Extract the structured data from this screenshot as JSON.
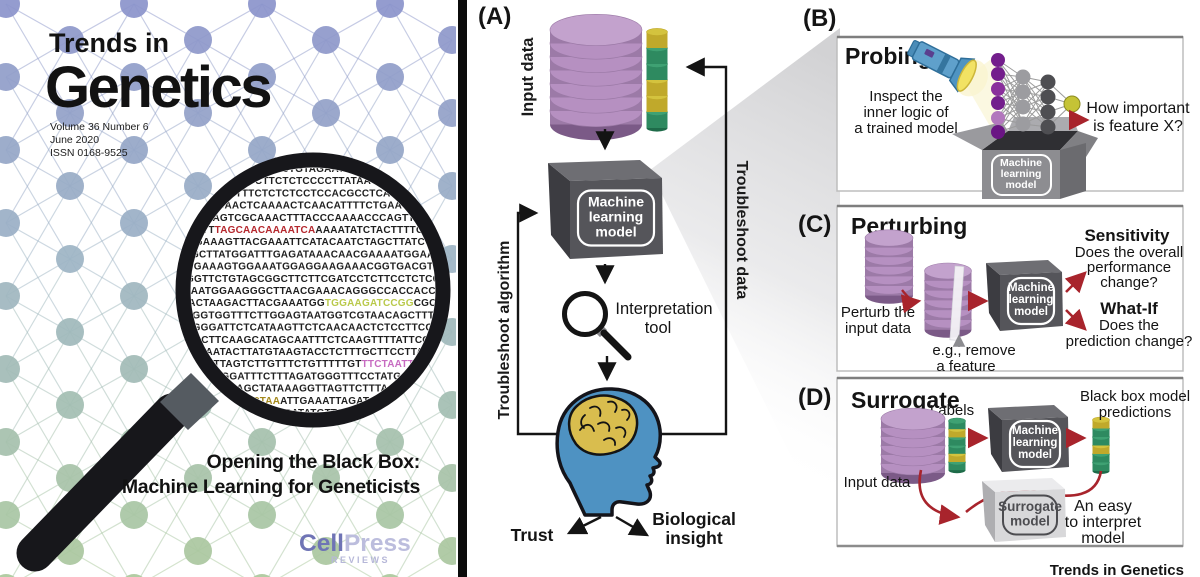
{
  "cover": {
    "masthead_line1": "Trends in",
    "masthead_line2": "Genetics",
    "volume": "Volume 36 Number 6",
    "issue_date": "June 2020",
    "issn": "ISSN 0168-9525",
    "feature_title_line1": "Opening the Black Box:",
    "feature_title_line2": "Machine Learning for Geneticists",
    "publisher_cell": "Cell",
    "publisher_press": "Press",
    "publisher_reviews": "REVIEWS",
    "sequence_colors": {
      "k": "#1f1f1f",
      "r": "#b5272d",
      "g": "#b9c94a",
      "m": "#c76bc1",
      "o": "#a3881b"
    },
    "sequence_lines": [
      [
        [
          "CTGTAGAAT",
          "k"
        ]
      ],
      [
        [
          "CTTCTCTCCCCTTATAA",
          "k"
        ]
      ],
      [
        [
          "TTTCTCTCTCCTCCACGCCTCA",
          "k"
        ]
      ],
      [
        [
          "GAACTCAAAACTCAACATTTTCTGAAC",
          "k"
        ]
      ],
      [
        [
          "AAGTCGCAAACTTTACCCAAAACCCAGTTT",
          "k"
        ]
      ],
      [
        [
          "TTT",
          "k"
        ],
        [
          "TAGCAACAAAATCA",
          "r"
        ],
        [
          "AAAATATCTACTTTTGT",
          "k"
        ]
      ],
      [
        [
          "CGAAAGTTACGAAATTCATACAATCTAGCTTATCTC",
          "k"
        ]
      ],
      [
        [
          "AGCTTATGGATTTGAGATAAACAACGAAAATGGAAG",
          "k"
        ]
      ],
      [
        [
          "CTGAAAGTGGAAATGGAGGAAGAAACGGTGACGTTT",
          "k"
        ]
      ],
      [
        [
          "TGGTTCTGTAGCGGCTTCTTCGATCCTCTTCCTCTCCT",
          "k"
        ]
      ],
      [
        [
          "CCAATGGAAGGGCTTAACGAAACAGGGCCACCACCGT",
          "k"
        ]
      ],
      [
        [
          "TGACTAAGACTTACGAAATGG",
          "k"
        ],
        [
          "TGGAAGATCCGG",
          "g"
        ],
        [
          "CGCGA",
          "k"
        ]
      ],
      [
        [
          "ACGGTGGTTTCTTGGAGTAATGGTCGTAACAGCTTTGT",
          "k"
        ]
      ],
      [
        [
          "GTGGGATTCTCATAAGTTCTCAACAACTCTCCTTCCAC",
          "k"
        ]
      ],
      [
        [
          "TTACTTCAAGCATAGCAATTTCTCAAGTTTTATTCGTC",
          "k"
        ]
      ],
      [
        [
          "CTCAATACTTATGTAAGTACCTCTTTGCTTCCTTATAT",
          "k"
        ]
      ],
      [
        [
          "TACTTAGTCTTGTTTCTGTTTTTGT",
          "k"
        ],
        [
          "TTCTAATT",
          "m"
        ],
        [
          "TTT",
          "k"
        ]
      ],
      [
        [
          "TTTGGATTTCTTTAGATGGGTTTCCTATGCCA",
          "k"
        ]
      ],
      [
        [
          "CTTCAGCTATAAAGGTTAGTTCTTTAAGCT",
          "k"
        ]
      ],
      [
        [
          "GTGGCTAA",
          "o"
        ],
        [
          "ATTGAAATTAGATGCATT",
          "k"
        ]
      ],
      [
        [
          "TTTTGGTCATATGTTAAGAGAA",
          "k"
        ]
      ],
      [
        [
          "TTTAACATAAACTCTC",
          "k"
        ]
      ]
    ],
    "network": {
      "node_color_top": "#8b93cb",
      "node_color_mid": "#9db4c4",
      "node_color_bottom": "#abc99c"
    }
  },
  "panel_a": {
    "label": "(A)",
    "input_data_label": "Input data",
    "ml_model_lines": [
      "Machine",
      "learning",
      "model"
    ],
    "interpretation_line1": "Interpretation",
    "interpretation_line2": "tool",
    "trust_label": "Trust",
    "insight_line1": "Biological",
    "insight_line2": "insight",
    "troubleshoot_algorithm": "Troubleshoot algorithm",
    "troubleshoot_data": "Troubleshoot data"
  },
  "panel_b": {
    "label": "(B)",
    "title": "Probing",
    "desc_line1": "Inspect the",
    "desc_line2": "inner logic of",
    "desc_line3": "a trained model",
    "ml_model_lines": [
      "Machine",
      "learning",
      "model"
    ],
    "question_line1": "How important",
    "question_line2": "is feature X?"
  },
  "panel_c": {
    "label": "(C)",
    "title": "Perturbing",
    "perturb_line1": "Perturb the",
    "perturb_line2": "input data",
    "example_line1": "e.g., remove",
    "example_line2": "a feature",
    "ml_model_lines": [
      "Machine",
      "learning",
      "model"
    ],
    "sensitivity_title": "Sensitivity",
    "sensitivity_line1": "Does the overall",
    "sensitivity_line2": "performance",
    "sensitivity_line3": "change?",
    "whatif_title": "What-If",
    "whatif_line1": "Does the",
    "whatif_line2": "prediction change?"
  },
  "panel_d": {
    "label": "(D)",
    "title": "Surrogate",
    "labels_label": "Labels",
    "input_data_label": "Input data",
    "ml_model_lines": [
      "Machine",
      "learning",
      "model"
    ],
    "predictions_line1": "Black box model",
    "predictions_line2": "predictions",
    "surrogate_line1": "Surrogate",
    "surrogate_line2": "model",
    "easy_line1": "An easy",
    "easy_line2": "to interpret",
    "easy_line3": "model"
  },
  "footer": {
    "journal_brand": "Trends in Genetics"
  },
  "palette": {
    "accent_red": "#a8242c",
    "disk_purple": "#9c7aa7",
    "label_yellow": "#c0a92b",
    "label_green": "#2e8a60",
    "cube_dark": "#515157",
    "head_blue": "#4e92c2",
    "brain_yellow": "#d9bd4e",
    "flashlight_blue": "#5fa0cb",
    "publisher_blue": "#6f74b5"
  },
  "label_patterns": {
    "a_labels": [
      "y",
      "g",
      "g",
      "y",
      "y",
      "g"
    ],
    "d_labels": [
      "g",
      "y",
      "g",
      "g",
      "y",
      "g"
    ],
    "d_predictions": [
      "y",
      "g",
      "g",
      "y",
      "g",
      "g"
    ]
  }
}
